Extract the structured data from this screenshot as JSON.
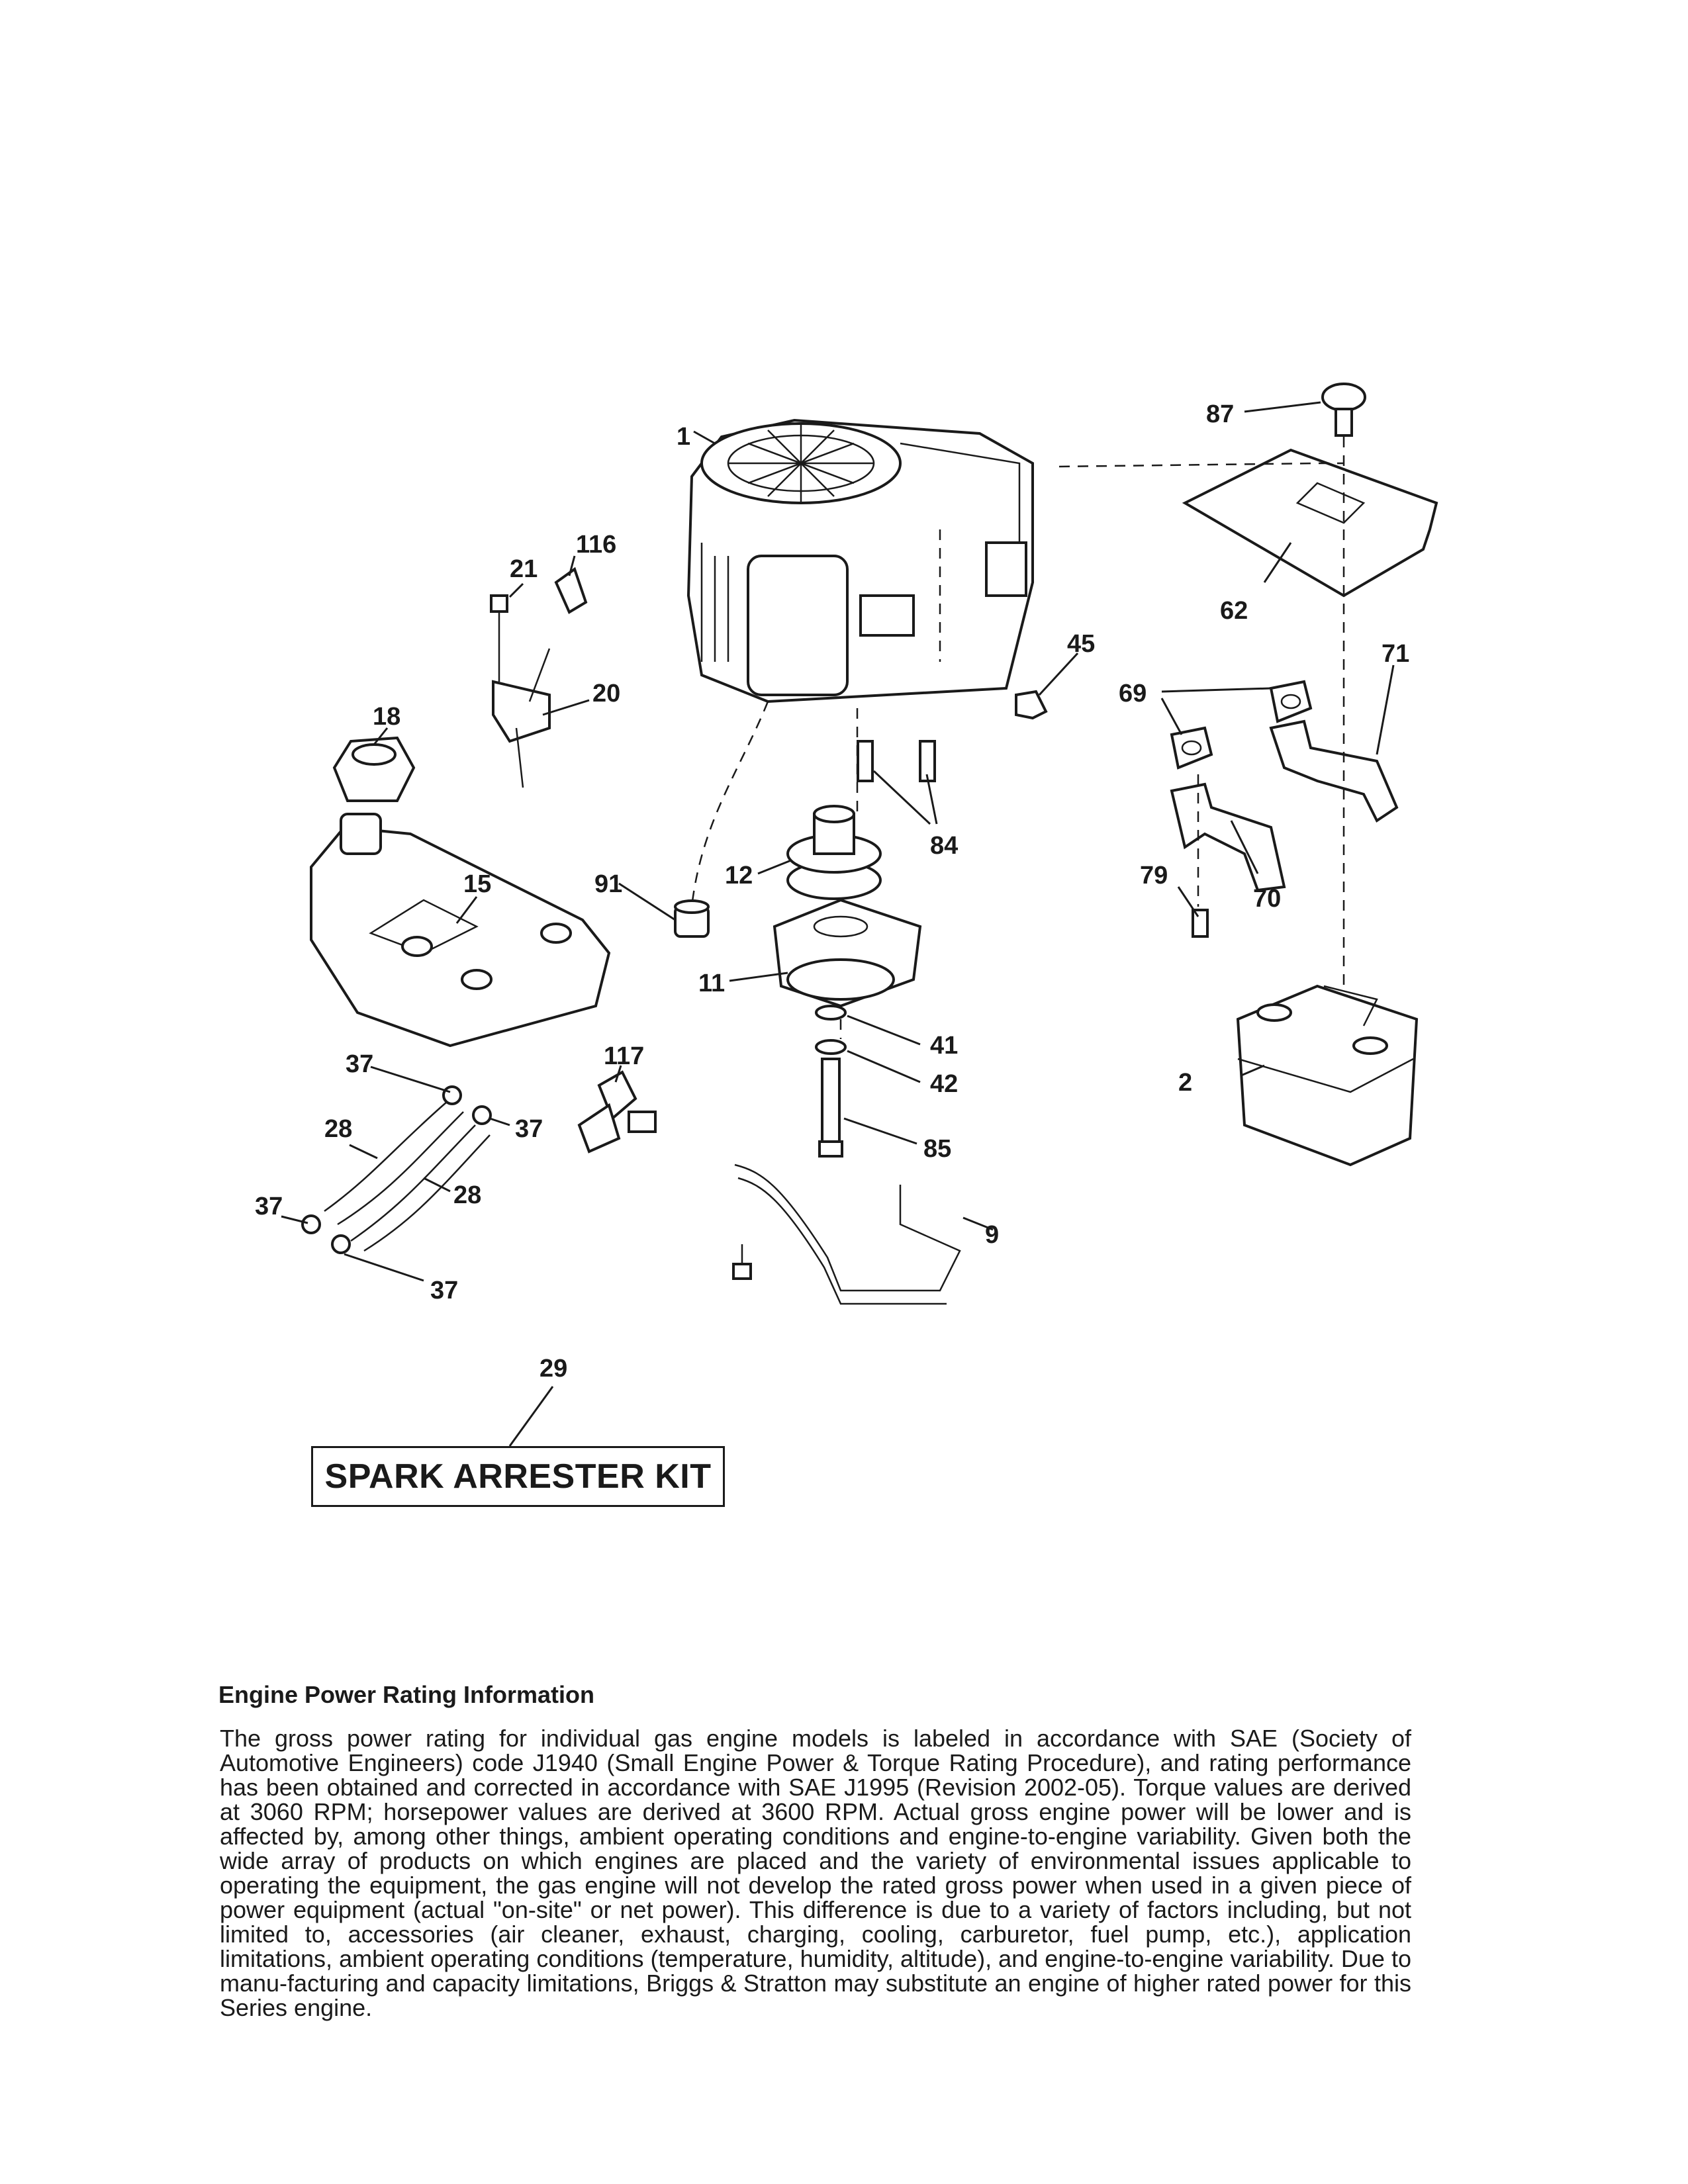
{
  "callouts": {
    "c1": "1",
    "c2": "2",
    "c9": "9",
    "c11": "11",
    "c12": "12",
    "c15": "15",
    "c18": "18",
    "c20": "20",
    "c21": "21",
    "c28a": "28",
    "c28b": "28",
    "c29": "29",
    "c37a": "37",
    "c37b": "37",
    "c37c": "37",
    "c37d": "37",
    "c41": "41",
    "c42": "42",
    "c45": "45",
    "c62": "62",
    "c69": "69",
    "c70": "70",
    "c71": "71",
    "c79": "79",
    "c84": "84",
    "c85": "85",
    "c87": "87",
    "c91": "91",
    "c116": "116",
    "c117": "117"
  },
  "kit_label": "SPARK ARRESTER KIT",
  "rating": {
    "title": "Engine Power Rating Information",
    "body": "The gross power rating for individual gas engine models is labeled in accordance with SAE (Society of Automotive Engineers) code J1940 (Small Engine Power & Torque Rating Procedure), and rating performance has been obtained and corrected in accordance with SAE J1995 (Revision 2002-05). Torque values are derived at 3060 RPM; horsepower values are derived at 3600 RPM. Actual gross engine power will be lower and is affected by, among other things, ambient operating conditions and engine-to-engine variability. Given both the wide array of products on which engines are placed and the variety of environmental issues applicable to operating the equipment, the gas engine will not develop the rated gross power when used in a given piece of power equipment (actual \"on-site\" or net power). This difference is due to a variety of factors including, but not limited to, accessories (air cleaner, exhaust, charging, cooling, carburetor, fuel pump, etc.), application limitations, ambient operating conditions (temperature, humidity, altitude), and engine-to-engine variability. Due to manu-facturing and capacity limitations, Briggs & Stratton may substitute an engine of higher rated power for this Series engine."
  }
}
